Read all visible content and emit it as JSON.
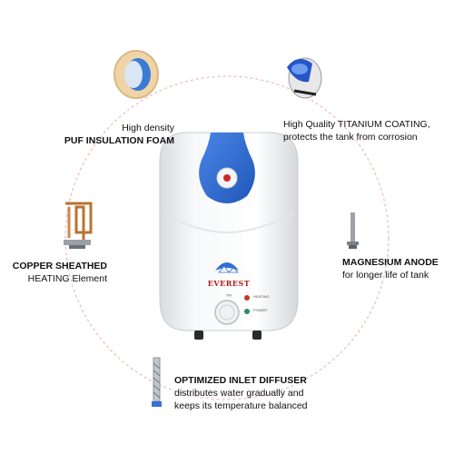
{
  "brand": {
    "logo_text": "EVEREST",
    "trademark": "TM"
  },
  "features": {
    "insulation": {
      "line1": "High density",
      "line2": "PUF INSULATION FOAM"
    },
    "coating": {
      "line1_plain": "High Quality ",
      "line1_bold": "TITANIUM COATING,",
      "line2": "protects the tank from corrosion"
    },
    "heating": {
      "line1": "COPPER SHEATHED",
      "line2": "HEATING Element"
    },
    "anode": {
      "line1": "MAGNESIUM ANODE",
      "line2": "for longer life of tank"
    },
    "diffuser": {
      "line1": "OPTIMIZED INLET DIFFUSER",
      "line2": "distributes water gradually and",
      "line3": "keeps its temperature balanced"
    }
  },
  "indicators": {
    "top": "HEATING",
    "bottom": "POWER"
  },
  "colors": {
    "accent_blue": "#2f6fd6",
    "ring_red": "#d9534f",
    "body_white": "#f4f5f6",
    "indicator_red": "#c0392b",
    "indicator_green": "#2e8b57",
    "copper": "#b87333"
  }
}
